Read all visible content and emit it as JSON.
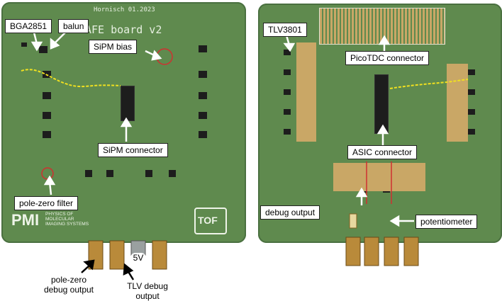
{
  "left_board": {
    "silkscreen_author": "Hornisch 01.2023",
    "silkscreen_title": "AFE board v2",
    "logo_pmi_text": "PMI",
    "logo_pmi_subtext": "PHYSICS OF MOLECULAR IMAGING SYSTEMS",
    "logo_tof": "TOF",
    "labels": {
      "bga": "BGA2851",
      "balun": "balun",
      "sipm_bias": "SiPM bias",
      "sipm_connector": "SiPM connector",
      "pole_zero_filter": "pole-zero filter",
      "pole_zero_debug": "pole-zero\ndebug output",
      "tlv_debug": "TLV debug\noutput",
      "five_v": "5V"
    }
  },
  "right_board": {
    "labels": {
      "tlv3801": "TLV3801",
      "picotdc": "PicoTDC connector",
      "asic_connector": "ASIC connector",
      "debug_output": "debug output",
      "potentiometer": "potentiometer"
    }
  },
  "colors": {
    "pcb": "#5f8a4e",
    "trace_highlight": "#f0e020",
    "annotation_circle": "#d03030"
  }
}
